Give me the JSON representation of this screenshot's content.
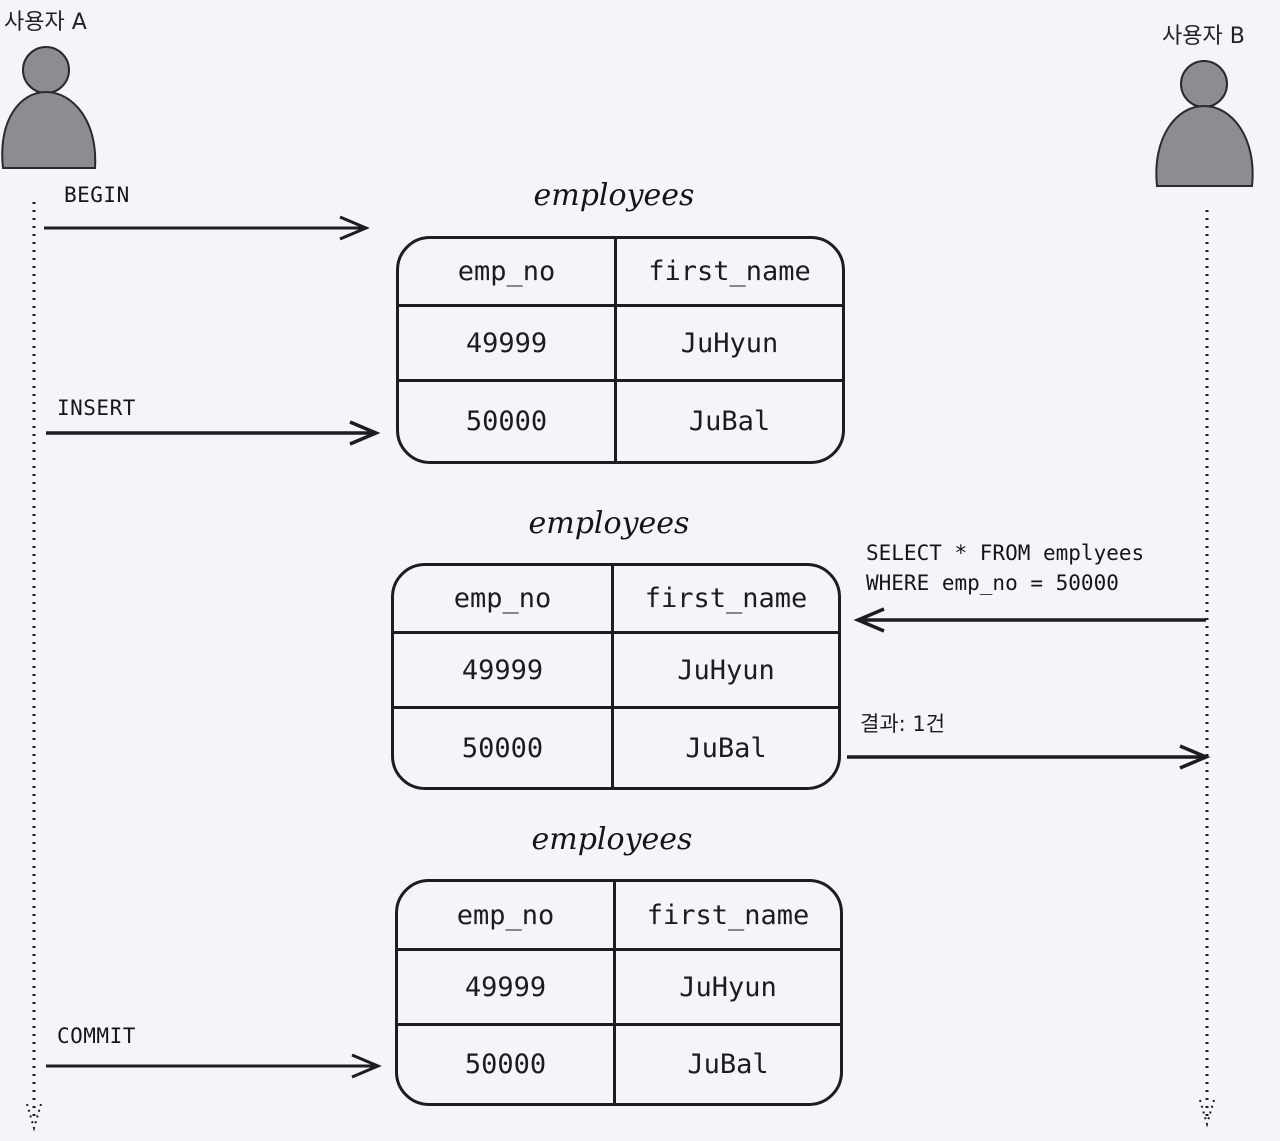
{
  "actors": {
    "a": {
      "label": "사용자 A"
    },
    "b": {
      "label": "사용자 B"
    }
  },
  "operations": {
    "begin": "BEGIN",
    "insert": "INSERT",
    "commit": "COMMIT"
  },
  "query": {
    "line1": "SELECT * FROM emplyees",
    "line2": "WHERE emp_no = 50000"
  },
  "result": "결과: 1건",
  "tables": [
    {
      "title": "employees",
      "columns": [
        "emp_no",
        "first_name"
      ],
      "rows": [
        [
          "49999",
          "JuHyun"
        ],
        [
          "50000",
          "JuBal"
        ]
      ]
    },
    {
      "title": "employees",
      "columns": [
        "emp_no",
        "first_name"
      ],
      "rows": [
        [
          "49999",
          "JuHyun"
        ],
        [
          "50000",
          "JuBal"
        ]
      ]
    },
    {
      "title": "employees",
      "columns": [
        "emp_no",
        "first_name"
      ],
      "rows": [
        [
          "49999",
          "JuHyun"
        ],
        [
          "50000",
          "JuBal"
        ]
      ]
    }
  ],
  "colors": {
    "background": "#f5f4fb",
    "actor_fill": "#8c8d92",
    "stroke": "#1d1d1d"
  },
  "icons": [
    "user-a-icon",
    "user-b-icon",
    "arrow-right-icon",
    "arrow-left-icon"
  ]
}
